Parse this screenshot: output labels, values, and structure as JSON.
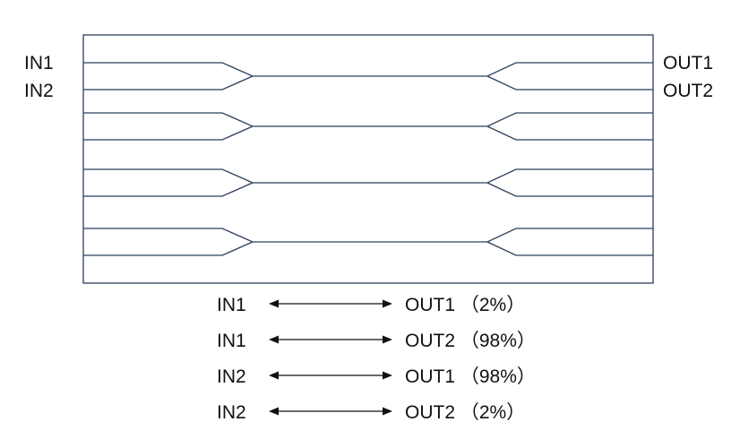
{
  "diagram": {
    "labels": {
      "in1": "IN1",
      "in2": "IN2",
      "out1": "OUT1",
      "out2": "OUT2"
    },
    "coupler_count": 4,
    "line_color": "#2b3f5c",
    "mappings": [
      {
        "from": "IN1",
        "to": "OUT1",
        "ratio": "（2%）"
      },
      {
        "from": "IN1",
        "to": "OUT2",
        "ratio": "（98%）"
      },
      {
        "from": "IN2",
        "to": "OUT1",
        "ratio": "（98%）"
      },
      {
        "from": "IN2",
        "to": "OUT2",
        "ratio": "（2%）"
      }
    ]
  }
}
